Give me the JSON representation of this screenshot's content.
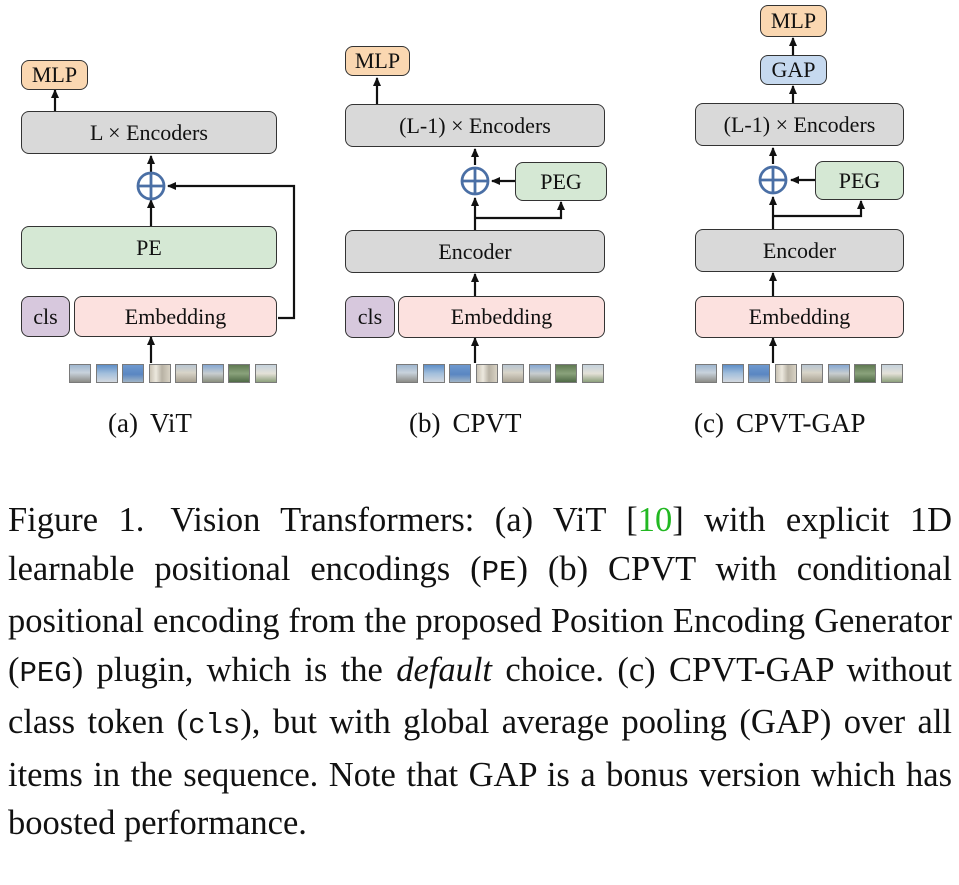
{
  "figure": {
    "panels": [
      {
        "id": "vit",
        "mlp": "MLP",
        "encoders": "L × Encoders",
        "pe": "PE",
        "cls": "cls",
        "embedding": "Embedding",
        "label_tag": "(a)",
        "label_name": "ViT"
      },
      {
        "id": "cpvt",
        "mlp": "MLP",
        "encoders": "(L-1) × Encoders",
        "peg": "PEG",
        "encoder": "Encoder",
        "cls": "cls",
        "embedding": "Embedding",
        "label_tag": "(b)",
        "label_name": "CPVT"
      },
      {
        "id": "cpvt-gap",
        "mlp": "MLP",
        "gap": "GAP",
        "encoders": "(L-1) × Encoders",
        "peg": "PEG",
        "encoder": "Encoder",
        "embedding": "Embedding",
        "label_tag": "(c)",
        "label_name": "CPVT-GAP"
      }
    ],
    "colors": {
      "mlp": "#fad7b1",
      "encoder": "#d9d9d9",
      "pe": "#d5e8d4",
      "peg": "#d5e8d4",
      "cls": "#d7c8dd",
      "embedding": "#fce1df",
      "gap": "#c6d9ef",
      "add_symbol": "#4a6fa5"
    }
  },
  "caption": {
    "label": "Figure 1.",
    "t1": "Vision Transformers: (a) ViT [",
    "cite": "10",
    "t2": "] with explicit 1D learnable positional encodings (",
    "pe_code": "PE",
    "t3": ") (b) CPVT with conditional positional encoding from the proposed Position Encoding Generator (",
    "peg_code": "PEG",
    "t4": ") plugin, which is the ",
    "default_em": "default",
    "t5": " choice. (c) CPVT-GAP without class token (",
    "cls_code": "cls",
    "t6": "), but with global average pooling (GAP) over all items in the sequence.  Note that GAP is a bonus version which has boosted performance."
  }
}
